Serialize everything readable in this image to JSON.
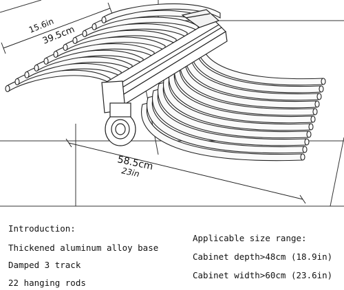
{
  "dimensions": {
    "depth_in": "15.6in",
    "depth_cm": "39.5cm",
    "width_cm": "58.5cm",
    "width_in": "23in"
  },
  "specs": {
    "intro_heading": "Introduction:",
    "features": [
      "Thickened aluminum alloy base",
      "Damped 3 track",
      "22 hanging rods"
    ],
    "size_heading": "Applicable size range:",
    "sizes": [
      "Cabinet depth>48cm (18.9in)",
      "Cabinet width>60cm (23.6in)"
    ]
  }
}
